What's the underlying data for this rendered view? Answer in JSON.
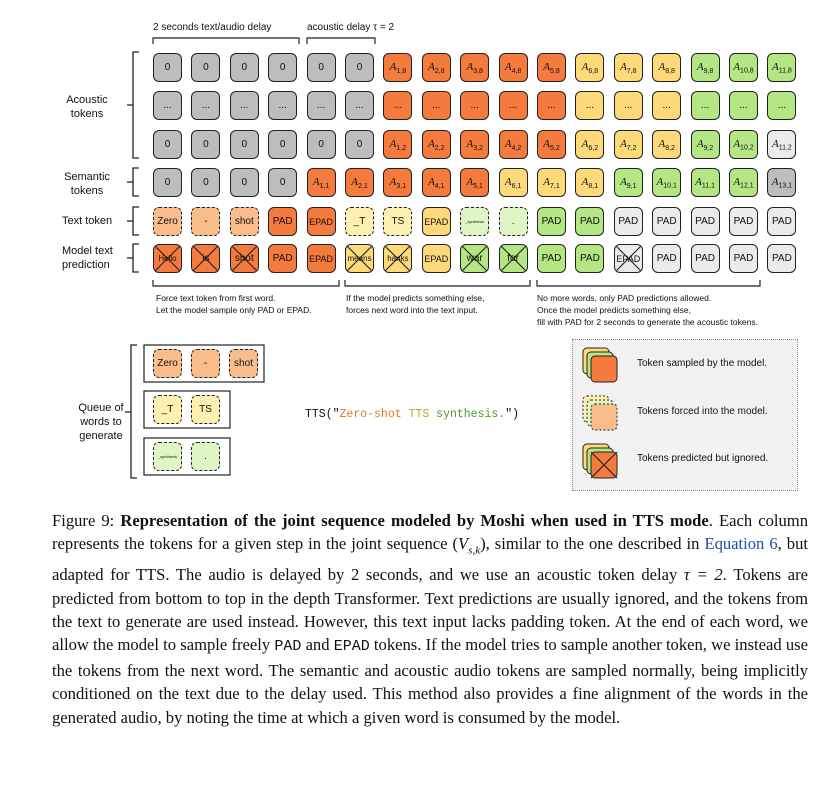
{
  "top_labels": {
    "delay_text": "2 seconds text/audio delay",
    "acoustic_delay": "acoustic delay τ = 2"
  },
  "row_labels": {
    "acoustic": "Acoustic\ntokens",
    "semantic": "Semantic\ntokens",
    "text_token": "Text token",
    "model_pred": "Model text\nprediction"
  },
  "colors": {
    "gray": "#bdbdbd",
    "orange": "#f47a3d",
    "light_orange": "#f9bd8b",
    "yellow": "#fdd97a",
    "light_yellow": "#fdf0b0",
    "green": "#b4e683",
    "light_green": "#dff5c4",
    "pale": "#ebebeb"
  },
  "rows": {
    "acoustic_top": [
      {
        "label": "0",
        "color": "gray"
      },
      {
        "label": "0",
        "color": "gray"
      },
      {
        "label": "0",
        "color": "gray"
      },
      {
        "label": "0",
        "color": "gray"
      },
      {
        "label": "0",
        "color": "gray"
      },
      {
        "label": "0",
        "color": "gray"
      },
      {
        "label": "A1,8",
        "color": "orange"
      },
      {
        "label": "A2,8",
        "color": "orange"
      },
      {
        "label": "A3,8",
        "color": "orange"
      },
      {
        "label": "A4,8",
        "color": "orange"
      },
      {
        "label": "A5,8",
        "color": "orange"
      },
      {
        "label": "A6,8",
        "color": "yellow"
      },
      {
        "label": "A7,8",
        "color": "yellow"
      },
      {
        "label": "A8,8",
        "color": "yellow"
      },
      {
        "label": "A9,8",
        "color": "green"
      },
      {
        "label": "A10,8",
        "color": "green"
      },
      {
        "label": "A11,8",
        "color": "green"
      }
    ],
    "acoustic_mid": [
      {
        "label": "...",
        "color": "gray"
      },
      {
        "label": "...",
        "color": "gray"
      },
      {
        "label": "...",
        "color": "gray"
      },
      {
        "label": "...",
        "color": "gray"
      },
      {
        "label": "...",
        "color": "gray"
      },
      {
        "label": "...",
        "color": "gray"
      },
      {
        "label": "...",
        "color": "orange"
      },
      {
        "label": "...",
        "color": "orange"
      },
      {
        "label": "...",
        "color": "orange"
      },
      {
        "label": "...",
        "color": "orange"
      },
      {
        "label": "...",
        "color": "orange"
      },
      {
        "label": "...",
        "color": "yellow"
      },
      {
        "label": "...",
        "color": "yellow"
      },
      {
        "label": "...",
        "color": "yellow"
      },
      {
        "label": "...",
        "color": "green"
      },
      {
        "label": "...",
        "color": "green"
      },
      {
        "label": "...",
        "color": "green"
      }
    ],
    "acoustic_bottom": [
      {
        "label": "0",
        "color": "gray"
      },
      {
        "label": "0",
        "color": "gray"
      },
      {
        "label": "0",
        "color": "gray"
      },
      {
        "label": "0",
        "color": "gray"
      },
      {
        "label": "0",
        "color": "gray"
      },
      {
        "label": "0",
        "color": "gray"
      },
      {
        "label": "A1,2",
        "color": "orange"
      },
      {
        "label": "A2,2",
        "color": "orange"
      },
      {
        "label": "A3,2",
        "color": "orange"
      },
      {
        "label": "A4,2",
        "color": "orange"
      },
      {
        "label": "A5,2",
        "color": "orange"
      },
      {
        "label": "A6,2",
        "color": "yellow"
      },
      {
        "label": "A7,2",
        "color": "yellow"
      },
      {
        "label": "A8,2",
        "color": "yellow"
      },
      {
        "label": "A9,2",
        "color": "green"
      },
      {
        "label": "A10,2",
        "color": "green"
      },
      {
        "label": "A11,2",
        "color": "pale"
      }
    ],
    "semantic": [
      {
        "label": "0",
        "color": "gray"
      },
      {
        "label": "0",
        "color": "gray"
      },
      {
        "label": "0",
        "color": "gray"
      },
      {
        "label": "0",
        "color": "gray"
      },
      {
        "label": "A1,1",
        "color": "orange"
      },
      {
        "label": "A2,1",
        "color": "orange"
      },
      {
        "label": "A3,1",
        "color": "orange"
      },
      {
        "label": "A4,1",
        "color": "orange"
      },
      {
        "label": "A5,1",
        "color": "orange"
      },
      {
        "label": "A6,1",
        "color": "yellow"
      },
      {
        "label": "A7,1",
        "color": "yellow"
      },
      {
        "label": "A8,1",
        "color": "yellow"
      },
      {
        "label": "A9,1",
        "color": "green"
      },
      {
        "label": "A10,1",
        "color": "green"
      },
      {
        "label": "A11,1",
        "color": "green"
      },
      {
        "label": "A12,1",
        "color": "green"
      },
      {
        "label": "A13,1",
        "color": "gray"
      }
    ],
    "text": [
      {
        "label": "Zero",
        "color": "light_orange",
        "dash": true
      },
      {
        "label": "-",
        "color": "light_orange",
        "dash": true
      },
      {
        "label": "shot",
        "color": "light_orange",
        "dash": true
      },
      {
        "label": "PAD",
        "color": "orange"
      },
      {
        "label": "EPAD",
        "color": "orange"
      },
      {
        "label": "_T",
        "color": "light_yellow",
        "dash": true
      },
      {
        "label": "TS",
        "color": "light_yellow",
        "dash": true
      },
      {
        "label": "EPAD",
        "color": "yellow"
      },
      {
        "label": "_synthesis",
        "color": "light_green",
        "dash": true,
        "tiny": true
      },
      {
        "label": ".",
        "color": "light_green",
        "dash": true
      },
      {
        "label": "PAD",
        "color": "green"
      },
      {
        "label": "PAD",
        "color": "green"
      },
      {
        "label": "PAD",
        "color": "pale"
      },
      {
        "label": "PAD",
        "color": "pale"
      },
      {
        "label": "PAD",
        "color": "pale"
      },
      {
        "label": "PAD",
        "color": "pale"
      },
      {
        "label": "PAD",
        "color": "pale"
      }
    ],
    "prediction": [
      {
        "label": "Hello",
        "color": "orange",
        "x": true
      },
      {
        "label": "is",
        "color": "orange",
        "x": true
      },
      {
        "label": "shot",
        "color": "orange",
        "x": true
      },
      {
        "label": "PAD",
        "color": "orange"
      },
      {
        "label": "EPAD",
        "color": "orange"
      },
      {
        "label": "means",
        "color": "yellow",
        "x": true
      },
      {
        "label": "hanks",
        "color": "yellow",
        "x": true
      },
      {
        "label": "EPAD",
        "color": "yellow"
      },
      {
        "label": "war",
        "color": "green",
        "x": true
      },
      {
        "label": "for",
        "color": "green",
        "x": true
      },
      {
        "label": "PAD",
        "color": "green"
      },
      {
        "label": "PAD",
        "color": "green"
      },
      {
        "label": "EPAD",
        "color": "pale",
        "x": true
      },
      {
        "label": "PAD",
        "color": "pale"
      },
      {
        "label": "PAD",
        "color": "pale"
      },
      {
        "label": "PAD",
        "color": "pale"
      },
      {
        "label": "PAD",
        "color": "pale"
      }
    ]
  },
  "notes": {
    "n1": "Force text token from first word.\nLet the model sample only PAD or EPAD.",
    "n2": "If the model predicts something else,\nforces next word into the text input.",
    "n3": "No more words, only PAD predictions allowed.\nOnce the model predicts something else,\nfill with PAD for 2 seconds to generate the acoustic tokens."
  },
  "queue": {
    "label": "Queue of\nwords to\ngenerate",
    "groups": [
      {
        "color": "light_orange",
        "tokens": [
          "Zero",
          "-",
          "shot"
        ]
      },
      {
        "color": "light_yellow",
        "tokens": [
          "_T",
          "TS"
        ]
      },
      {
        "color": "light_green",
        "tokens": [
          "_synthesis",
          "."
        ]
      }
    ]
  },
  "tts_call": {
    "prefix": "TTS(\"",
    "w1": "Zero-shot",
    "w2": "TTS",
    "w3": "synthesis.",
    "suffix": "\")"
  },
  "legend": {
    "sampled": "Token sampled by the model.",
    "forced": "Tokens forced into the model.",
    "ignored": "Tokens predicted but ignored."
  },
  "caption": {
    "fig_label": "Figure 9: ",
    "bold": "Representation of the joint sequence modeled by Moshi when used in TTS mode",
    "p1": ". Each column represents the tokens for a given step in the joint sequence (",
    "math1": "V",
    "math1_sub": "s,k",
    "p2": "), similar to the one described in ",
    "link": "Equation 6",
    "p3": ", but adapted for TTS. The audio is delayed by 2 seconds, and we use an acoustic token delay ",
    "math2": "τ = 2",
    "p4": ". Tokens are predicted from bottom to top in the depth Transformer. Text predictions are usually ignored, and the tokens from the text to generate are used instead. However, this text input lacks padding token. At the end of each word, we allow the model to sample freely ",
    "code1": "PAD",
    "p5": " and ",
    "code2": "EPAD",
    "p6": " tokens. If the model tries to sample another token, we instead use the tokens from the next word. The semantic and acoustic audio tokens are sampled normally, being implicitly conditioned on the text due to the delay used. This method also provides a fine alignment of the words in the generated audio, by noting the time at which a given word is consumed by the model."
  }
}
